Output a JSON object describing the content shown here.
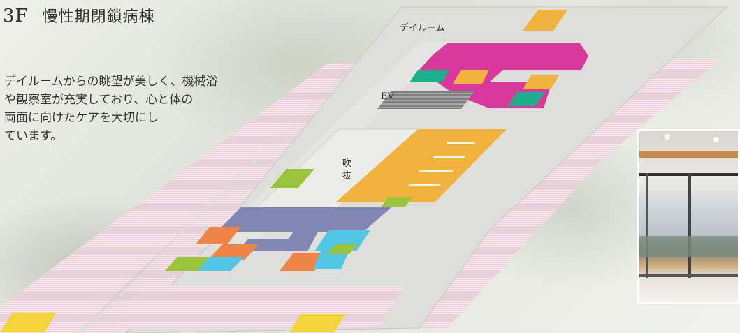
{
  "title": {
    "floor": "3F",
    "ward_name": "慢性期閉鎖病棟"
  },
  "description": {
    "lines": [
      "デイルームからの眺望が美しく、機械浴",
      "や観察室が充実しており、心と体の",
      "両面に向けたケアを大切にし",
      "ています。"
    ]
  },
  "floor_plan": {
    "labels": {
      "day_room": "デイルーム",
      "elevator": "EV",
      "atrium_1": "吹",
      "atrium_2": "抜"
    },
    "colors": {
      "corridor": "#dededb",
      "patient_rooms": "#e9c9d5",
      "day_room": "#d8399a",
      "staff": "#f1b33e",
      "orange_rooms": "#ee8447",
      "cyan_rooms": "#52c7e3",
      "green_rooms": "#9bc43a",
      "teal_rooms": "#1fae8c",
      "blue_station": "#8087b3",
      "yellow_rooms": "#f3d43a",
      "elevator": "#8c8c8c"
    }
  },
  "photo": {
    "icon": "day-room-window-view-photo"
  }
}
